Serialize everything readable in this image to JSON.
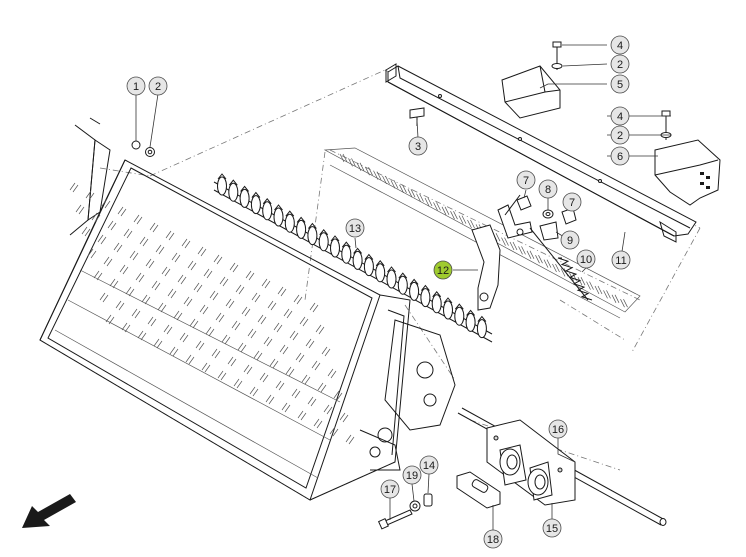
{
  "diagram": {
    "callouts": [
      {
        "id": "c1",
        "number": "1",
        "highlighted": false
      },
      {
        "id": "c2a",
        "number": "2",
        "highlighted": false
      },
      {
        "id": "c3",
        "number": "3",
        "highlighted": false
      },
      {
        "id": "c4a",
        "number": "4",
        "highlighted": false
      },
      {
        "id": "c2b",
        "number": "2",
        "highlighted": false
      },
      {
        "id": "c5",
        "number": "5",
        "highlighted": false
      },
      {
        "id": "c4b",
        "number": "4",
        "highlighted": false
      },
      {
        "id": "c2c",
        "number": "2",
        "highlighted": false
      },
      {
        "id": "c6",
        "number": "6",
        "highlighted": false
      },
      {
        "id": "c7a",
        "number": "7",
        "highlighted": false
      },
      {
        "id": "c8",
        "number": "8",
        "highlighted": false
      },
      {
        "id": "c7b",
        "number": "7",
        "highlighted": false
      },
      {
        "id": "c9",
        "number": "9",
        "highlighted": false
      },
      {
        "id": "c10",
        "number": "10",
        "highlighted": false
      },
      {
        "id": "c11",
        "number": "11",
        "highlighted": false
      },
      {
        "id": "c12",
        "number": "12",
        "highlighted": true
      },
      {
        "id": "c13",
        "number": "13",
        "highlighted": false
      },
      {
        "id": "c14",
        "number": "14",
        "highlighted": false
      },
      {
        "id": "c15",
        "number": "15",
        "highlighted": false
      },
      {
        "id": "c16",
        "number": "16",
        "highlighted": false
      },
      {
        "id": "c17",
        "number": "17",
        "highlighted": false
      },
      {
        "id": "c18",
        "number": "18",
        "highlighted": false
      },
      {
        "id": "c19",
        "number": "19",
        "highlighted": false
      }
    ],
    "colors": {
      "line": "#1a1a1a",
      "dashed": "#777777",
      "callout_fill": "#e6e6e6",
      "highlight_fill": "#9fcb2f"
    },
    "icons": [
      "direction-arrow-icon"
    ]
  }
}
